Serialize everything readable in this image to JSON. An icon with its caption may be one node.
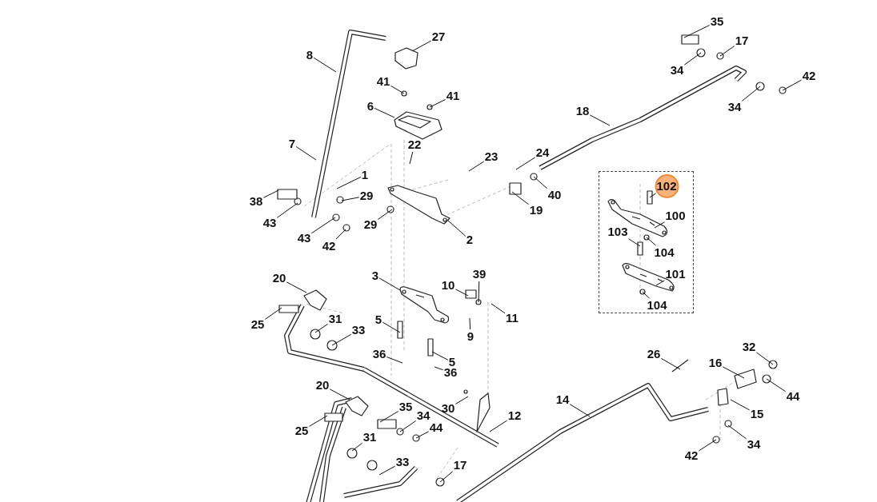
{
  "diagram": {
    "nodes": [
      {
        "text": [
          "27"
        ]
      },
      {
        "text": [
          "8"
        ]
      },
      {
        "text": [
          "41"
        ]
      },
      {
        "text": [
          "41"
        ]
      },
      {
        "text": [
          "6"
        ]
      },
      {
        "text": [
          "7"
        ]
      },
      {
        "text": [
          "22"
        ]
      },
      {
        "text": [
          "23"
        ]
      },
      {
        "text": [
          "24"
        ]
      },
      {
        "text": [
          "1"
        ]
      },
      {
        "text": [
          "29"
        ]
      },
      {
        "text": [
          "38"
        ]
      },
      {
        "text": [
          "43"
        ]
      },
      {
        "text": [
          "29"
        ]
      },
      {
        "text": [
          "19"
        ]
      },
      {
        "text": [
          "40"
        ]
      },
      {
        "text": [
          "43"
        ]
      },
      {
        "text": [
          "42"
        ]
      },
      {
        "text": [
          "2"
        ]
      },
      {
        "text": [
          "35"
        ]
      },
      {
        "text": [
          "17"
        ]
      },
      {
        "text": [
          "34"
        ]
      },
      {
        "text": [
          "42"
        ]
      },
      {
        "text": [
          "34"
        ]
      },
      {
        "text": [
          "18"
        ]
      },
      {
        "text": [],
        "shape": "box"
      },
      {
        "text": [
          "102"
        ],
        "in": 25
      },
      {
        "text": [
          "100"
        ],
        "in": 25
      },
      {
        "text": [
          "103"
        ],
        "in": 25
      },
      {
        "text": [
          "104"
        ],
        "in": 25
      },
      {
        "text": [
          "101"
        ],
        "in": 25
      },
      {
        "text": [
          "104"
        ],
        "in": 25
      },
      {
        "text": [
          "20"
        ]
      },
      {
        "text": [
          "3"
        ]
      },
      {
        "text": [
          "10"
        ]
      },
      {
        "text": [
          "39"
        ]
      },
      {
        "text": [
          "25"
        ]
      },
      {
        "text": [
          "11"
        ]
      },
      {
        "text": [
          "31"
        ]
      },
      {
        "text": [
          "33"
        ]
      },
      {
        "text": [
          "9"
        ]
      },
      {
        "text": [
          "5"
        ]
      },
      {
        "text": [
          "36"
        ]
      },
      {
        "text": [
          "5"
        ]
      },
      {
        "text": [
          "36"
        ]
      },
      {
        "text": [
          "26"
        ]
      },
      {
        "text": [
          "32"
        ]
      },
      {
        "text": [
          "16"
        ]
      },
      {
        "text": [
          "20"
        ]
      },
      {
        "text": [
          "30"
        ]
      },
      {
        "text": [
          "44"
        ]
      },
      {
        "text": [
          "14"
        ]
      },
      {
        "text": [
          "35"
        ]
      },
      {
        "text": [
          "34"
        ]
      },
      {
        "text": [
          "12"
        ]
      },
      {
        "text": [
          "15"
        ]
      },
      {
        "text": [
          "44"
        ]
      },
      {
        "text": [
          "25"
        ]
      },
      {
        "text": [
          "34"
        ]
      },
      {
        "text": [
          "31"
        ]
      },
      {
        "text": [
          "33"
        ]
      },
      {
        "text": [
          "42"
        ]
      },
      {
        "text": [
          "17"
        ]
      }
    ],
    "edges": [
      {
        "from": 0,
        "to": null,
        "arrow": "none"
      },
      {
        "from": 1,
        "to": null,
        "arrow": "none"
      },
      {
        "from": 2,
        "to": null,
        "arrow": "none"
      },
      {
        "from": 3,
        "to": null,
        "arrow": "none"
      },
      {
        "from": 4,
        "to": null,
        "arrow": "none"
      },
      {
        "from": 5,
        "to": null,
        "arrow": "none"
      },
      {
        "from": 6,
        "to": null,
        "arrow": "none"
      },
      {
        "from": 7,
        "to": null,
        "arrow": "none"
      },
      {
        "from": 8,
        "to": null,
        "arrow": "none"
      },
      {
        "from": 9,
        "to": null,
        "arrow": "none"
      },
      {
        "from": 10,
        "to": null,
        "arrow": "none"
      },
      {
        "from": 11,
        "to": null,
        "arrow": "none"
      },
      {
        "from": 12,
        "to": null,
        "arrow": "none"
      },
      {
        "from": 13,
        "to": null,
        "arrow": "none"
      },
      {
        "from": 14,
        "to": null,
        "arrow": "none"
      },
      {
        "from": 15,
        "to": null,
        "arrow": "none"
      },
      {
        "from": 16,
        "to": null,
        "arrow": "none"
      },
      {
        "from": 17,
        "to": null,
        "arrow": "none"
      },
      {
        "from": 18,
        "to": null,
        "arrow": "none"
      },
      {
        "from": 19,
        "to": null,
        "arrow": "none"
      },
      {
        "from": 20,
        "to": null,
        "arrow": "none"
      },
      {
        "from": 21,
        "to": null,
        "arrow": "none"
      },
      {
        "from": 22,
        "to": null,
        "arrow": "none"
      },
      {
        "from": 23,
        "to": null,
        "arrow": "none"
      },
      {
        "from": 24,
        "to": null,
        "arrow": "none"
      },
      {
        "from": 26,
        "to": null,
        "arrow": "none"
      },
      {
        "from": 27,
        "to": null,
        "arrow": "none"
      },
      {
        "from": 28,
        "to": null,
        "arrow": "none"
      },
      {
        "from": 29,
        "to": null,
        "arrow": "none"
      },
      {
        "from": 30,
        "to": null,
        "arrow": "none"
      },
      {
        "from": 31,
        "to": null,
        "arrow": "none"
      },
      {
        "from": 32,
        "to": null,
        "arrow": "none"
      },
      {
        "from": 33,
        "to": null,
        "arrow": "none"
      },
      {
        "from": 34,
        "to": null,
        "arrow": "none"
      },
      {
        "from": 35,
        "to": null,
        "arrow": "none"
      },
      {
        "from": 36,
        "to": null,
        "arrow": "none"
      },
      {
        "from": 37,
        "to": null,
        "arrow": "none"
      },
      {
        "from": 38,
        "to": null,
        "arrow": "none"
      },
      {
        "from": 39,
        "to": null,
        "arrow": "none"
      },
      {
        "from": 40,
        "to": null,
        "arrow": "none"
      },
      {
        "from": 41,
        "to": null,
        "arrow": "none"
      },
      {
        "from": 42,
        "to": null,
        "arrow": "none"
      },
      {
        "from": 43,
        "to": null,
        "arrow": "none"
      },
      {
        "from": 44,
        "to": null,
        "arrow": "none"
      },
      {
        "from": 45,
        "to": null,
        "arrow": "none"
      },
      {
        "from": 46,
        "to": null,
        "arrow": "none"
      },
      {
        "from": 47,
        "to": null,
        "arrow": "none"
      },
      {
        "from": 48,
        "to": null,
        "arrow": "none"
      },
      {
        "from": 49,
        "to": null,
        "arrow": "none"
      },
      {
        "from": 50,
        "to": null,
        "arrow": "none"
      },
      {
        "from": 51,
        "to": null,
        "arrow": "none"
      },
      {
        "from": 52,
        "to": null,
        "arrow": "none"
      },
      {
        "from": 53,
        "to": null,
        "arrow": "none"
      },
      {
        "from": 54,
        "to": null,
        "arrow": "none"
      },
      {
        "from": 55,
        "to": null,
        "arrow": "none"
      },
      {
        "from": 56,
        "to": null,
        "arrow": "none"
      },
      {
        "from": 57,
        "to": null,
        "arrow": "none"
      },
      {
        "from": 58,
        "to": null,
        "arrow": "none"
      },
      {
        "from": 59,
        "to": null,
        "arrow": "none"
      },
      {
        "from": 60,
        "to": null,
        "arrow": "none"
      },
      {
        "from": 61,
        "to": null,
        "arrow": "none"
      },
      {
        "from": 62,
        "to": null,
        "arrow": "none"
      }
    ]
  }
}
